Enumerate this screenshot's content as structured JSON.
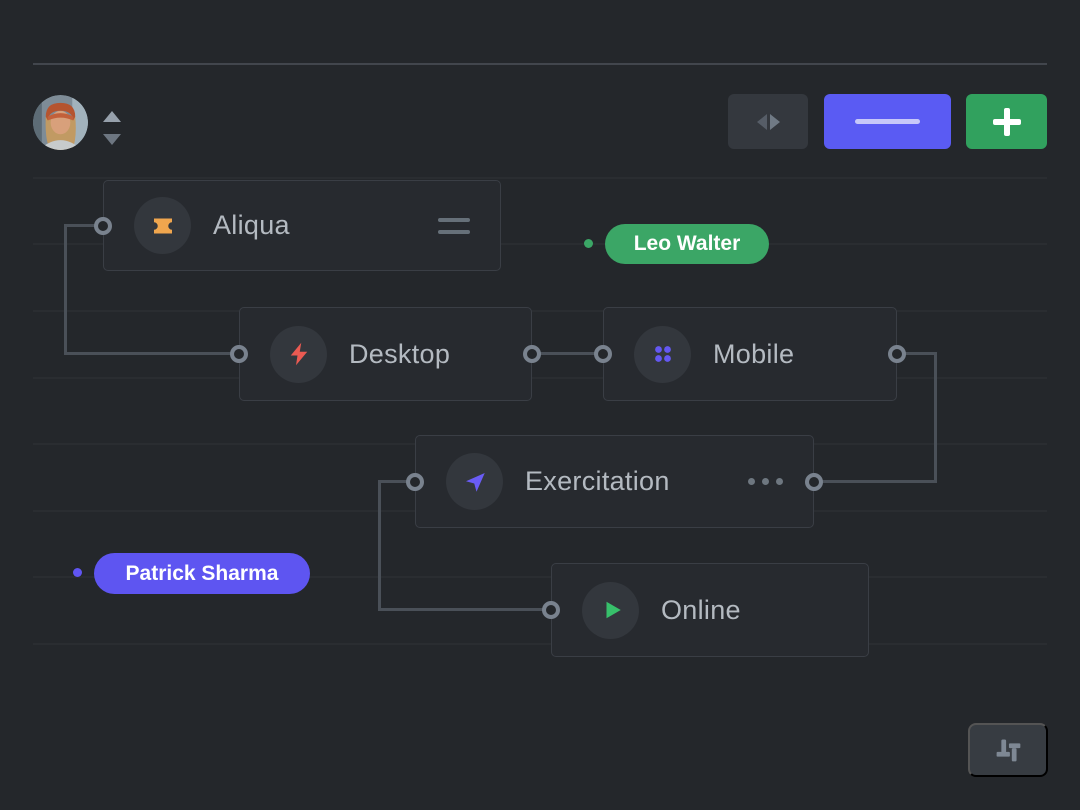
{
  "canvas": {
    "background": "#24272b",
    "grid_color": "#2c3036",
    "top_divider_color": "#42464d",
    "connection_color": "#4a5058",
    "port_ring_color": "#79828e"
  },
  "header": {
    "avatar": {
      "icon": "user-avatar-photo"
    },
    "sort_toggle": {
      "icon": "up-down-carets-icon"
    }
  },
  "toolbar": {
    "buttons": [
      {
        "name": "collapse-expand",
        "icon": "left-right-triangles-icon",
        "background": "#34383e"
      },
      {
        "name": "primary-action",
        "icon": "horizontal-line-icon",
        "background": "#5a5bf3"
      },
      {
        "name": "add",
        "icon": "plus-icon",
        "background": "#31a15e"
      }
    ]
  },
  "nodes": [
    {
      "label": "Aliqua",
      "icon": "ticket-icon",
      "icon_color": "#f0a64e",
      "trailing_icon": "drag-handle-lines-icon"
    },
    {
      "label": "Desktop",
      "icon": "lightning-icon",
      "icon_color": "#eb5a52"
    },
    {
      "label": "Mobile",
      "icon": "dot-grid-icon",
      "icon_color": "#6458f2"
    },
    {
      "label": "Exercitation",
      "icon": "send-arrow-icon",
      "icon_color": "#6a5cf5",
      "trailing_icon": "ellipsis-icon"
    },
    {
      "label": "Online",
      "icon": "play-icon",
      "icon_color": "#37c06b"
    }
  ],
  "badges": [
    {
      "label": "Leo Walter",
      "color": "#3ba666"
    },
    {
      "label": "Patrick Sharma",
      "color": "#5e55f1"
    }
  ],
  "footer": {
    "settings_button": {
      "icon": "sliders-icon",
      "background": "#373c42"
    }
  }
}
